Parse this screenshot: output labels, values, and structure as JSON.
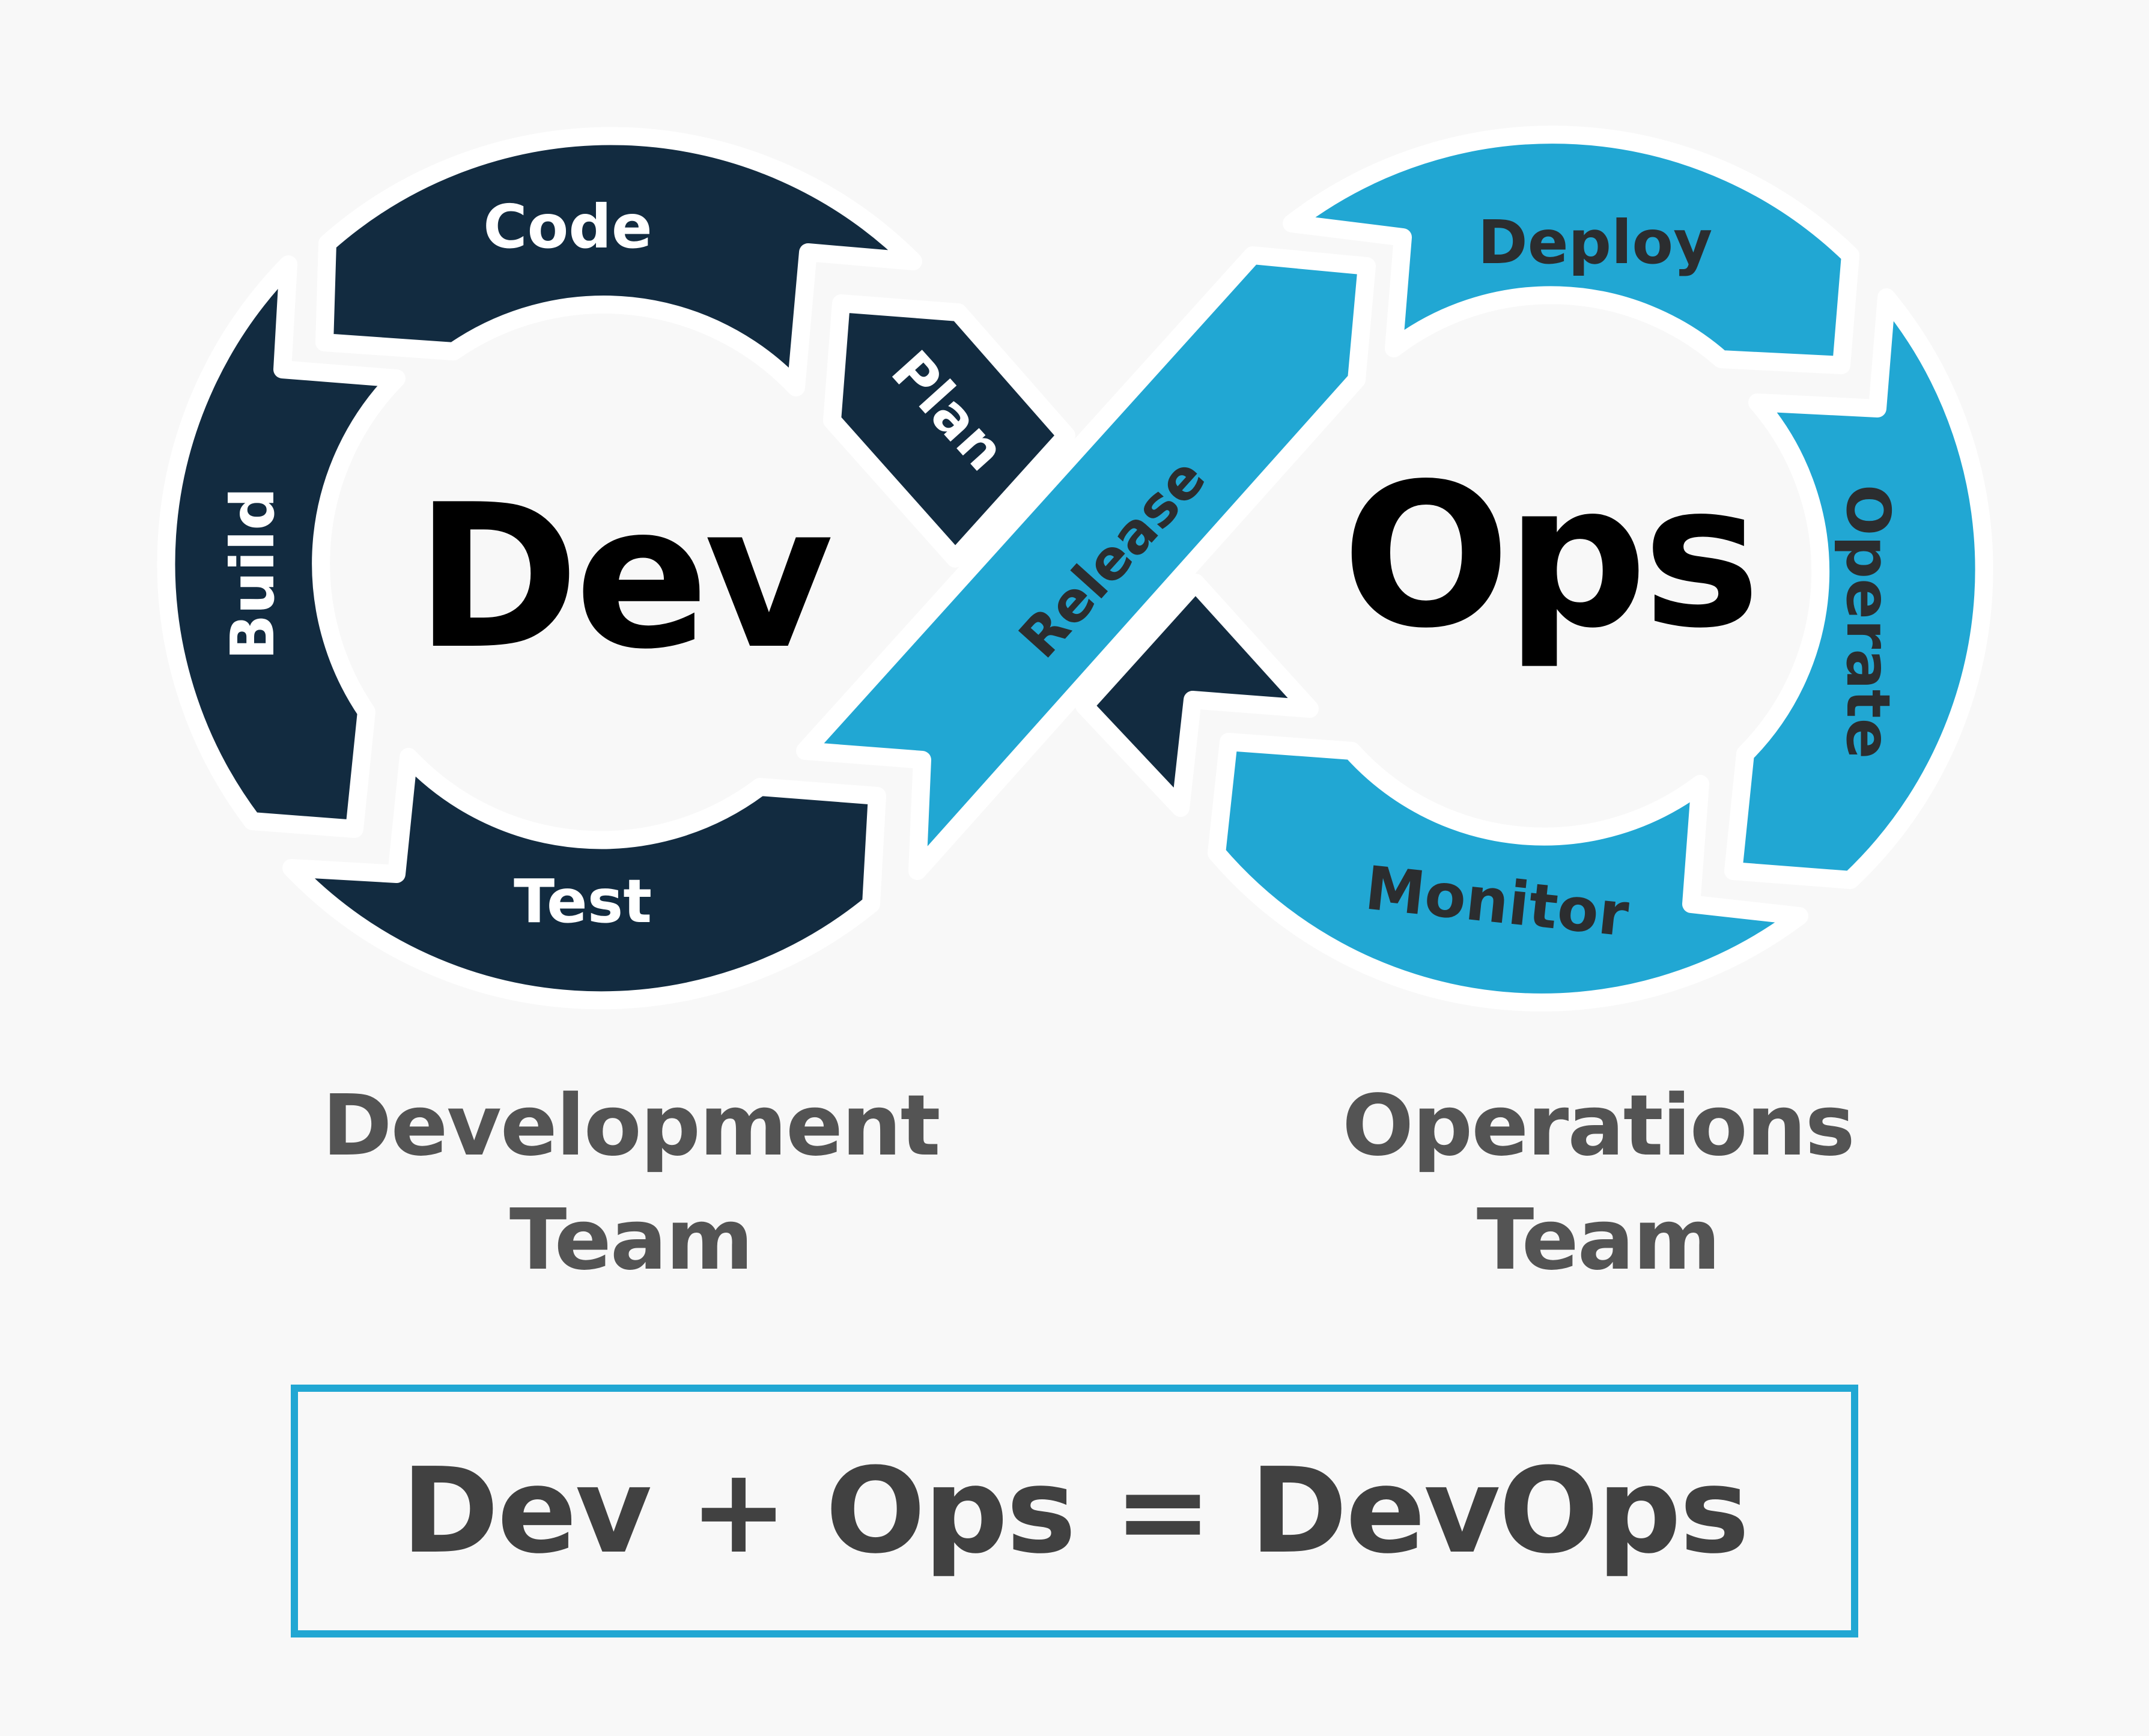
{
  "diagram": {
    "title": "DevOps infinity loop",
    "dev": {
      "center_label": "Dev",
      "color": "#122b40",
      "stages": [
        {
          "label": "Code"
        },
        {
          "label": "Build"
        },
        {
          "label": "Test"
        },
        {
          "label": "Plan"
        }
      ]
    },
    "release": {
      "label": "Release",
      "color": "#21a7d3"
    },
    "ops": {
      "center_label": "Ops",
      "color": "#21a7d3",
      "stages": [
        {
          "label": "Deploy"
        },
        {
          "label": "Operate"
        },
        {
          "label": "Monitor"
        }
      ]
    }
  },
  "teams": {
    "dev": {
      "line1": "Development",
      "line2": "Team"
    },
    "ops": {
      "line1": "Operations",
      "line2": "Team"
    }
  },
  "equation": {
    "text": "Dev + Ops = DevOps",
    "border_color": "#21a7d3"
  },
  "colors": {
    "navy": "#122b40",
    "blue": "#21a7d3",
    "label_dark": "#2b2d2f",
    "team_text": "#545454",
    "equation_text": "#414141",
    "background": "#f8f8f8"
  }
}
